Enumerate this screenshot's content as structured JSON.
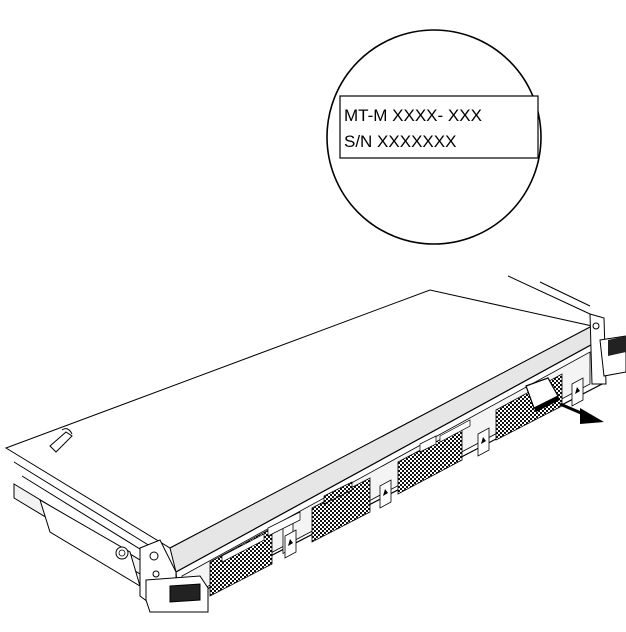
{
  "callout": {
    "label_line1": "MT-M XXXX- XXX",
    "label_line2": "S/N XXXXXXX"
  },
  "colors": {
    "stroke": "#000000",
    "fill_light": "#ffffff",
    "fill_shade": "#e6e6e6",
    "fill_dark": "#222222"
  },
  "icons": [
    "pull-direction-arrow",
    "magnifier-callout-circle"
  ]
}
